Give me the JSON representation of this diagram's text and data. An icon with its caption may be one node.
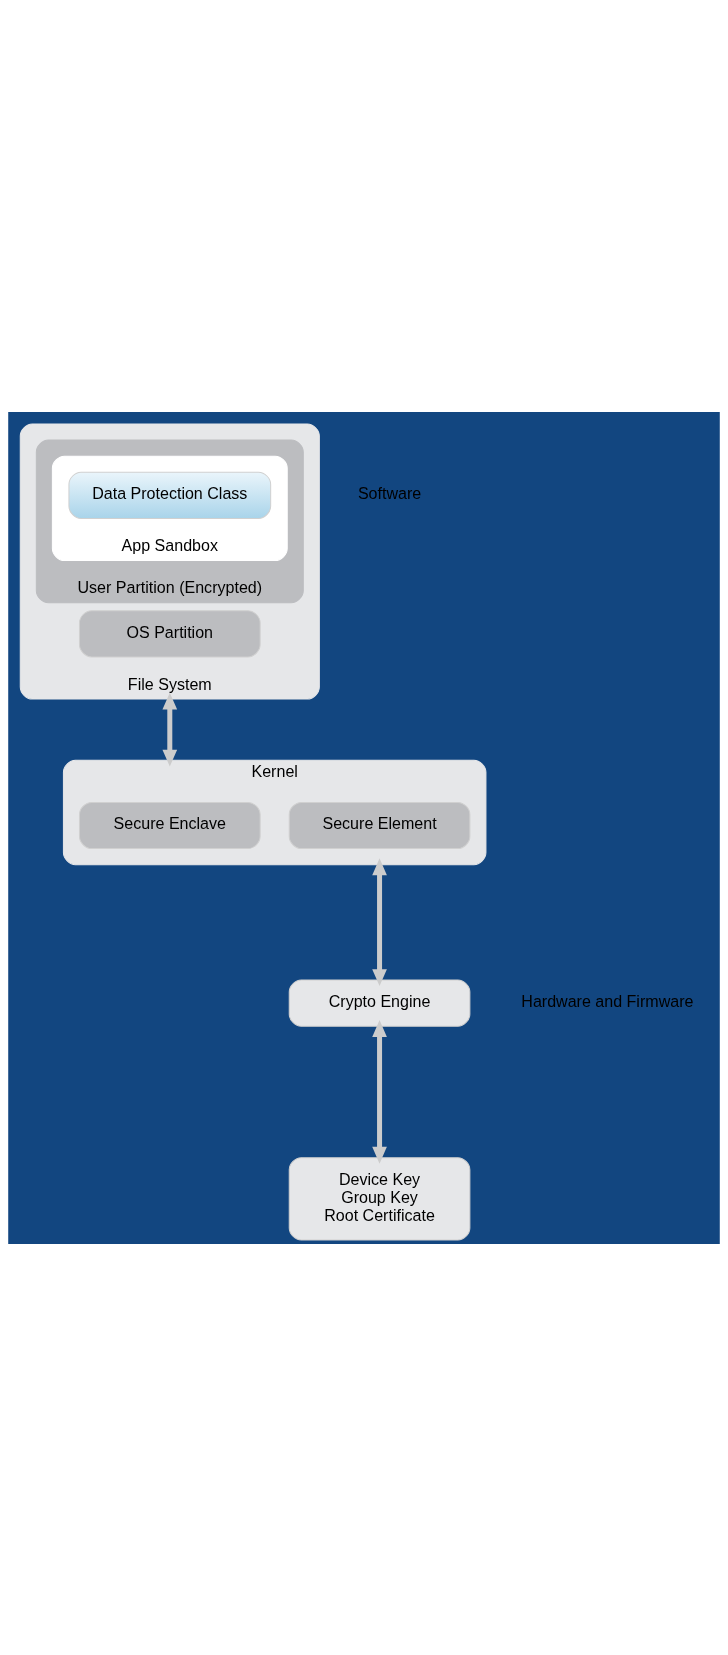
{
  "diagram": {
    "nodes": [
      {
        "text": [
          "File System"
        ]
      },
      {
        "text": [
          "User Partition (Encrypted)"
        ],
        "in": 0
      },
      {
        "text": [
          "App Sandbox"
        ],
        "in": 1
      },
      {
        "text": [
          "Data Protection Class"
        ],
        "in": 2
      },
      {
        "text": [
          "OS Partition"
        ],
        "in": 0
      },
      {
        "text": [
          "Kernel"
        ]
      },
      {
        "text": [
          "Secure Enclave"
        ],
        "in": 5
      },
      {
        "text": [
          "Secure Element"
        ],
        "in": 5
      },
      {
        "text": [
          "Crypto Engine"
        ]
      },
      {
        "text": [
          "Device Key",
          "Group Key",
          "Root Certificate"
        ]
      }
    ],
    "edges": [
      {
        "from": 0,
        "to": 5,
        "arrow": "both"
      },
      {
        "from": 5,
        "to": 8,
        "arrow": "both"
      },
      {
        "from": 8,
        "to": 9,
        "arrow": "both"
      }
    ],
    "labels": [
      "Software",
      "Hardware and Firmware"
    ]
  }
}
